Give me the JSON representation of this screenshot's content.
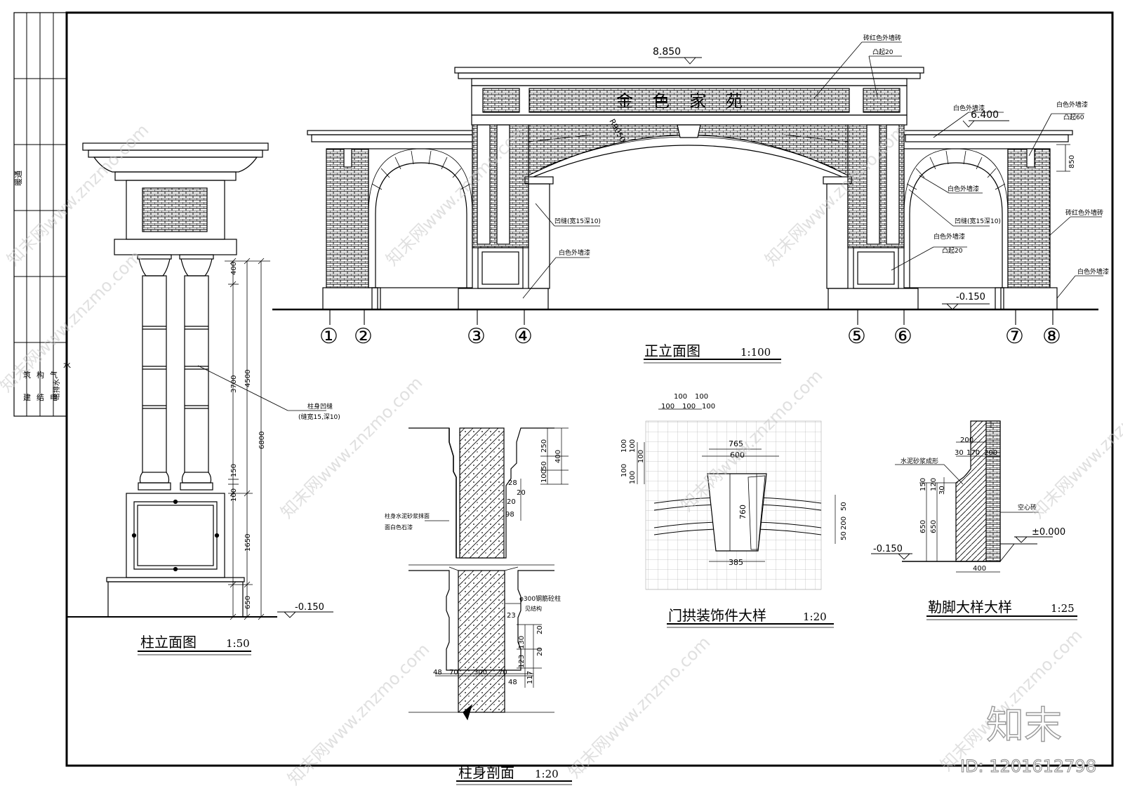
{
  "title_block": {
    "rows": [
      "建",
      "结",
      "电",
      "给排水",
      "暖通"
    ],
    "labels": [
      "筑",
      "构",
      "气",
      "水"
    ]
  },
  "views": {
    "column_elevation": {
      "title": "柱立面图",
      "scale": "1:50",
      "dims": {
        "d400": "400",
        "d3700": "3700",
        "d4500": "4500",
        "d6800": "6800",
        "d150": "150",
        "d100": "100",
        "d1650": "1650",
        "d650": "650"
      },
      "level": "-0.150",
      "callout_line1": "柱身凹缝",
      "callout_line2": "(缝宽15,深10)"
    },
    "front_elevation": {
      "title": "正立面图",
      "scale": "1:100",
      "level_top": "8.850",
      "level_side": "6.400",
      "level_ground": "-0.150",
      "dim_850": "850",
      "arch_radius": "R9050",
      "sign_text": "金色家苑",
      "axes": [
        "①",
        "②",
        "③",
        "④",
        "⑤",
        "⑥",
        "⑦",
        "⑧"
      ],
      "notes": {
        "brick_red": "砖红色外墙砖",
        "protrude20": "凸起20",
        "white_paint": "白色外墙漆",
        "protrude60": "凸起60",
        "groove": "凹缝(宽15深10)"
      }
    },
    "column_section": {
      "title": "柱身剖面",
      "scale": "1:20",
      "dims": {
        "d250": "250",
        "d400": "400",
        "d50": "50",
        "d100": "100",
        "d28": "28",
        "d20a": "20",
        "d20b": "20",
        "d98": "98",
        "d23": "23",
        "d130": "130",
        "d123": "123",
        "d117": "117",
        "d20c": "20",
        "d20d": "20",
        "b48a": "48",
        "b70a": "70",
        "b300": "300",
        "b70b": "70",
        "b48b": "48"
      },
      "note1": "柱身水泥砂浆抹面",
      "note2": "面白色石漆",
      "note3": "φ300钢筋砼柱",
      "note4": "见结构"
    },
    "arch_ornament": {
      "title": "门拱装饰件大样",
      "scale": "1:20",
      "dims": {
        "t100a": "100",
        "t100b": "100",
        "t100c": "100",
        "t100d": "100",
        "t100e": "100",
        "l100a": "100",
        "l100b": "100",
        "l100c": "100",
        "l100d": "100",
        "l100e": "100",
        "w765": "765",
        "w600": "600",
        "h760": "760",
        "w385": "385",
        "r50a": "50",
        "r200": "200",
        "r50b": "50"
      }
    },
    "plinth_detail": {
      "title": "勒脚大样大样",
      "scale": "1:25",
      "dims": {
        "d200a": "200",
        "d30": "30",
        "d170": "170",
        "d200b": "200",
        "d150": "150",
        "d120": "120",
        "d30b": "30",
        "d650a": "650",
        "d650b": "650",
        "d400": "400"
      },
      "note_mortar": "水泥砂浆成形",
      "note_hollow": "空心砖",
      "level_zero": "±0.000",
      "level_neg": "-0.150"
    }
  },
  "watermark": {
    "brand": "知末",
    "site": "知末网www.znzmo.com",
    "id": "ID: 1201612798"
  }
}
